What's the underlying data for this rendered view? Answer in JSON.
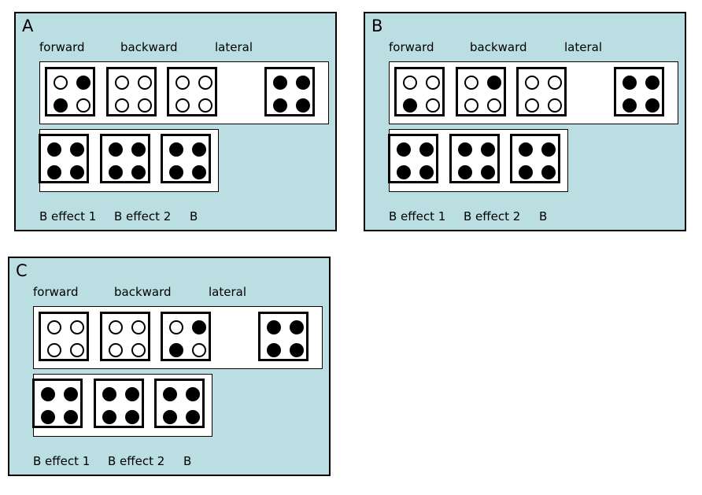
{
  "panels": [
    {
      "letter": "A",
      "labels": {
        "forward": "forward",
        "backward": "backward",
        "lateral": "lateral",
        "effect1": "B effect 1",
        "effect2": "B effect 2",
        "b": "B"
      },
      "top_grids": [
        [
          0,
          1,
          1,
          0
        ],
        [
          0,
          0,
          0,
          0
        ],
        [
          0,
          0,
          0,
          0
        ],
        [
          1,
          1,
          1,
          1
        ]
      ],
      "bottom_grids": [
        [
          1,
          1,
          1,
          1
        ],
        [
          1,
          1,
          1,
          1
        ],
        [
          1,
          1,
          1,
          1
        ]
      ]
    },
    {
      "letter": "B",
      "labels": {
        "forward": "forward",
        "backward": "backward",
        "lateral": "lateral",
        "effect1": "B effect 1",
        "effect2": "B effect 2",
        "b": "B"
      },
      "top_grids": [
        [
          0,
          0,
          1,
          0
        ],
        [
          0,
          1,
          0,
          0
        ],
        [
          0,
          0,
          0,
          0
        ],
        [
          1,
          1,
          1,
          1
        ]
      ],
      "bottom_grids": [
        [
          1,
          1,
          1,
          1
        ],
        [
          1,
          1,
          1,
          1
        ],
        [
          1,
          1,
          1,
          1
        ]
      ]
    },
    {
      "letter": "C",
      "labels": {
        "forward": "forward",
        "backward": "backward",
        "lateral": "lateral",
        "effect1": "B effect 1",
        "effect2": "B effect 2",
        "b": "B"
      },
      "top_grids": [
        [
          0,
          0,
          0,
          0
        ],
        [
          0,
          0,
          0,
          0
        ],
        [
          0,
          1,
          1,
          0
        ],
        [
          1,
          1,
          1,
          1
        ]
      ],
      "bottom_grids": [
        [
          1,
          1,
          1,
          1
        ],
        [
          1,
          1,
          1,
          1
        ],
        [
          1,
          1,
          1,
          1
        ]
      ]
    }
  ]
}
